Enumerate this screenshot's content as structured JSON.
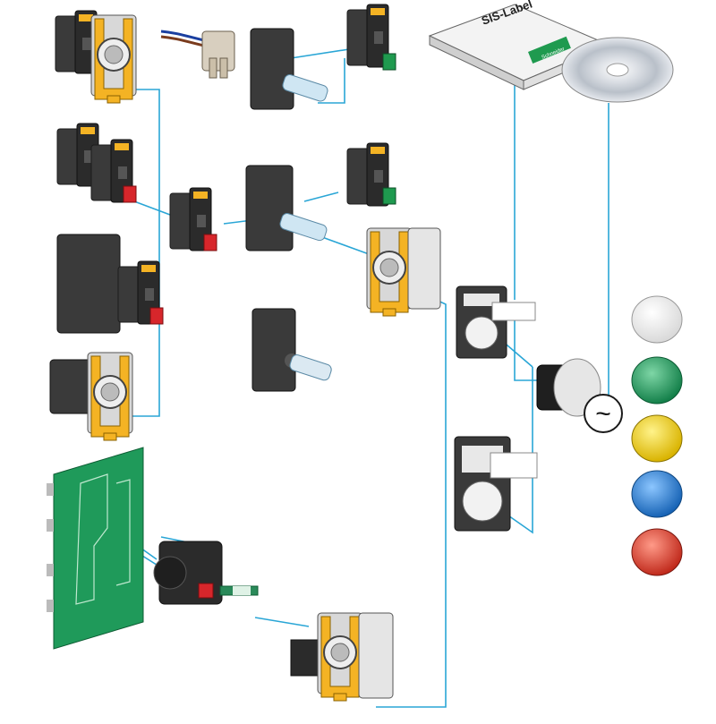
{
  "colors": {
    "connector_line": "#2aa6d6",
    "block_body": "#3a3a3a",
    "block_dark": "#222222",
    "collar": "#f4b324",
    "contact_red": "#d7262b",
    "contact_green": "#1f9a4f",
    "pcb_green": "#1f9a5a",
    "lens_white": "#f4f4f4",
    "lens_green": "#1e9b5e",
    "lens_yellow": "#f2d100",
    "lens_blue": "#1f7fd6",
    "lens_red": "#e03c2c",
    "light_guide": "#cfe6f3"
  },
  "cd_case": {
    "title": "SIS-Label",
    "brand": "Schneider"
  },
  "symbols": {
    "ac_symbol": "~"
  },
  "lenses": [
    "white",
    "green",
    "yellow",
    "blue",
    "red"
  ]
}
